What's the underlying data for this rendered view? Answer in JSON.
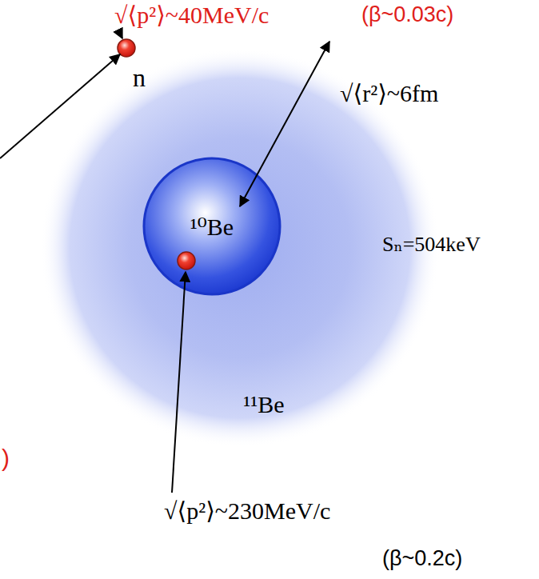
{
  "diagram": {
    "nodes": [
      {
        "text": [
          "¹¹Be"
        ]
      },
      {
        "text": [
          "¹⁰Be"
        ],
        "in": 0
      }
    ],
    "labels": [
      "√⟨p²⟩~40MeV/c",
      "(β~0.03c)",
      "n",
      "√⟨r²⟩~6fm",
      "Sₙ=504keV",
      "√⟨p²⟩~230MeV/c",
      "(β~0.2c)",
      ")"
    ]
  }
}
